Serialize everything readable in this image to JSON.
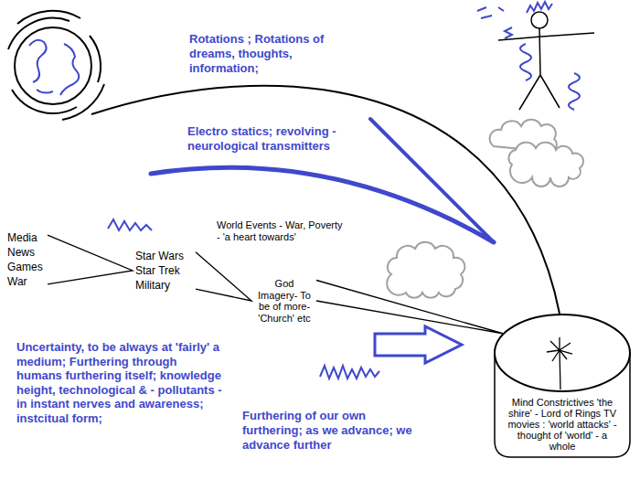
{
  "diagram": {
    "nodes": [
      {
        "text": [
          "Media News Games War"
        ]
      },
      {
        "text": [
          "Star Wars Star Trek Military"
        ]
      },
      {
        "text": [
          "God Imagery- To be of more- 'Church' etc"
        ]
      },
      {
        "text": [
          "Mind Constrictives 'the shire' - Lord of Rings TV movies : 'world attacks' - thought of 'world' - a whole"
        ]
      }
    ],
    "edges": [
      {
        "from": 0,
        "to": 1,
        "arrow": "none"
      },
      {
        "from": 1,
        "to": 2,
        "arrow": "none"
      },
      {
        "from": 2,
        "to": 3,
        "arrow": "none"
      }
    ],
    "labels": [
      "Rotations ; Rotations of dreams, thoughts, information;",
      "Electro statics; revolving - neurological transmitters",
      "World Events - War, Poverty - 'a heart towards'",
      "Uncertainty, to be always at 'fairly' a medium; Furthering through humans furthering itself; knowledge height, technological & - pollutants - in instant nerves and awareness; instcitual form;",
      "Furthering of our own furthering; as we advance; we advance further"
    ]
  }
}
